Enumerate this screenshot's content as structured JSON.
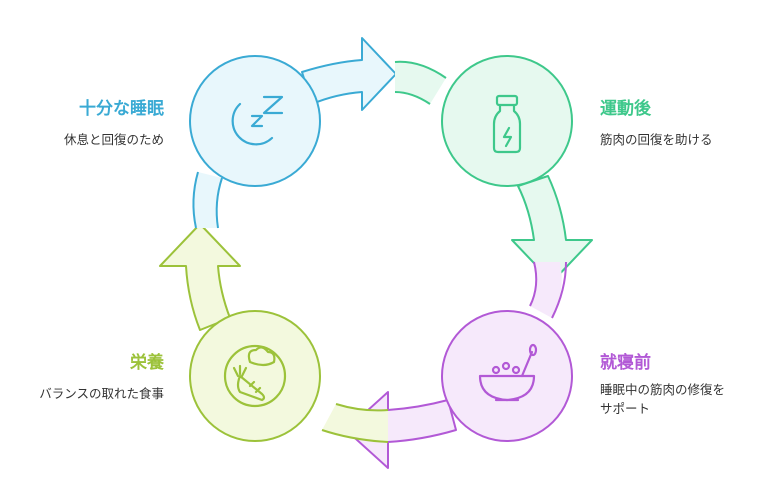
{
  "colors": {
    "sleep": "#3aaad4",
    "sleep_fill": "#e8f7fc",
    "post": "#3ec88b",
    "post_fill": "#e6f9ef",
    "pre": "#b259d6",
    "pre_fill": "#f6e9fb",
    "nutrition": "#9cc23a",
    "nutrition_fill": "#f3f9de"
  },
  "stages": {
    "sleep": {
      "title": "十分な睡眠",
      "desc": "休息と回復のため",
      "icon": "sleep-zzz-icon"
    },
    "post": {
      "title": "運動後",
      "desc": "筋肉の回復を助ける",
      "icon": "water-bottle-icon"
    },
    "pre": {
      "title": "就寝前",
      "desc_line1": "睡眠中の筋肉の修復を",
      "desc_line2": "サポート",
      "icon": "bowl-spoon-icon"
    },
    "nutrition": {
      "title": "栄養",
      "desc": "バランスの取れた食事",
      "icon": "vegetables-icon"
    }
  }
}
